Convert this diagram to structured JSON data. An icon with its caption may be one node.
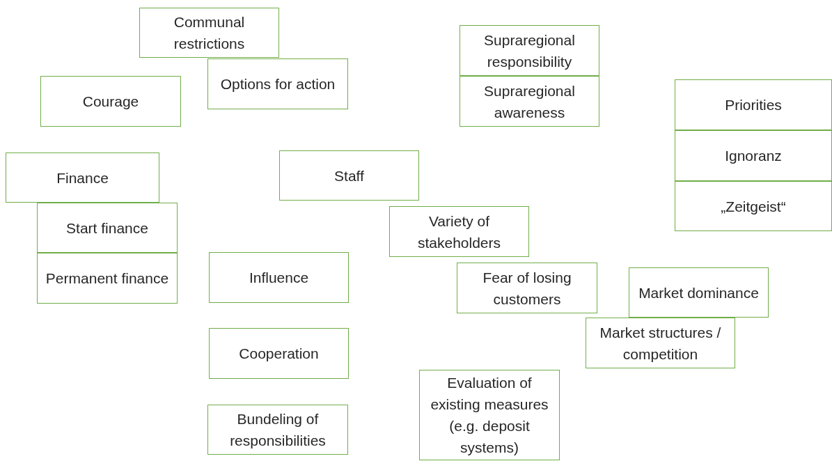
{
  "diagram": {
    "nodes": [
      {
        "text": [
          "Communal restrictions"
        ]
      },
      {
        "text": [
          "Options for action"
        ]
      },
      {
        "text": [
          "Courage"
        ]
      },
      {
        "text": [
          "Finance"
        ]
      },
      {
        "text": [
          "Start finance"
        ]
      },
      {
        "text": [
          "Permanent finance"
        ]
      },
      {
        "text": [
          "Staff"
        ]
      },
      {
        "text": [
          "Influence"
        ]
      },
      {
        "text": [
          "Cooperation"
        ]
      },
      {
        "text": [
          "Bundeling of responsibilities"
        ]
      },
      {
        "text": [
          "Supraregional responsibility"
        ]
      },
      {
        "text": [
          "Supraregional awareness"
        ]
      },
      {
        "text": [
          "Priorities"
        ]
      },
      {
        "text": [
          "Ignoranz"
        ]
      },
      {
        "text": [
          "„Zeitgeist“"
        ]
      },
      {
        "text": [
          "Variety of stakeholders"
        ]
      },
      {
        "text": [
          "Fear of losing customers"
        ]
      },
      {
        "text": [
          "Market dominance"
        ]
      },
      {
        "text": [
          "Market structures / competition"
        ]
      },
      {
        "text": [
          "Evaluation of existing measures (e.g. deposit systems)"
        ]
      }
    ]
  }
}
